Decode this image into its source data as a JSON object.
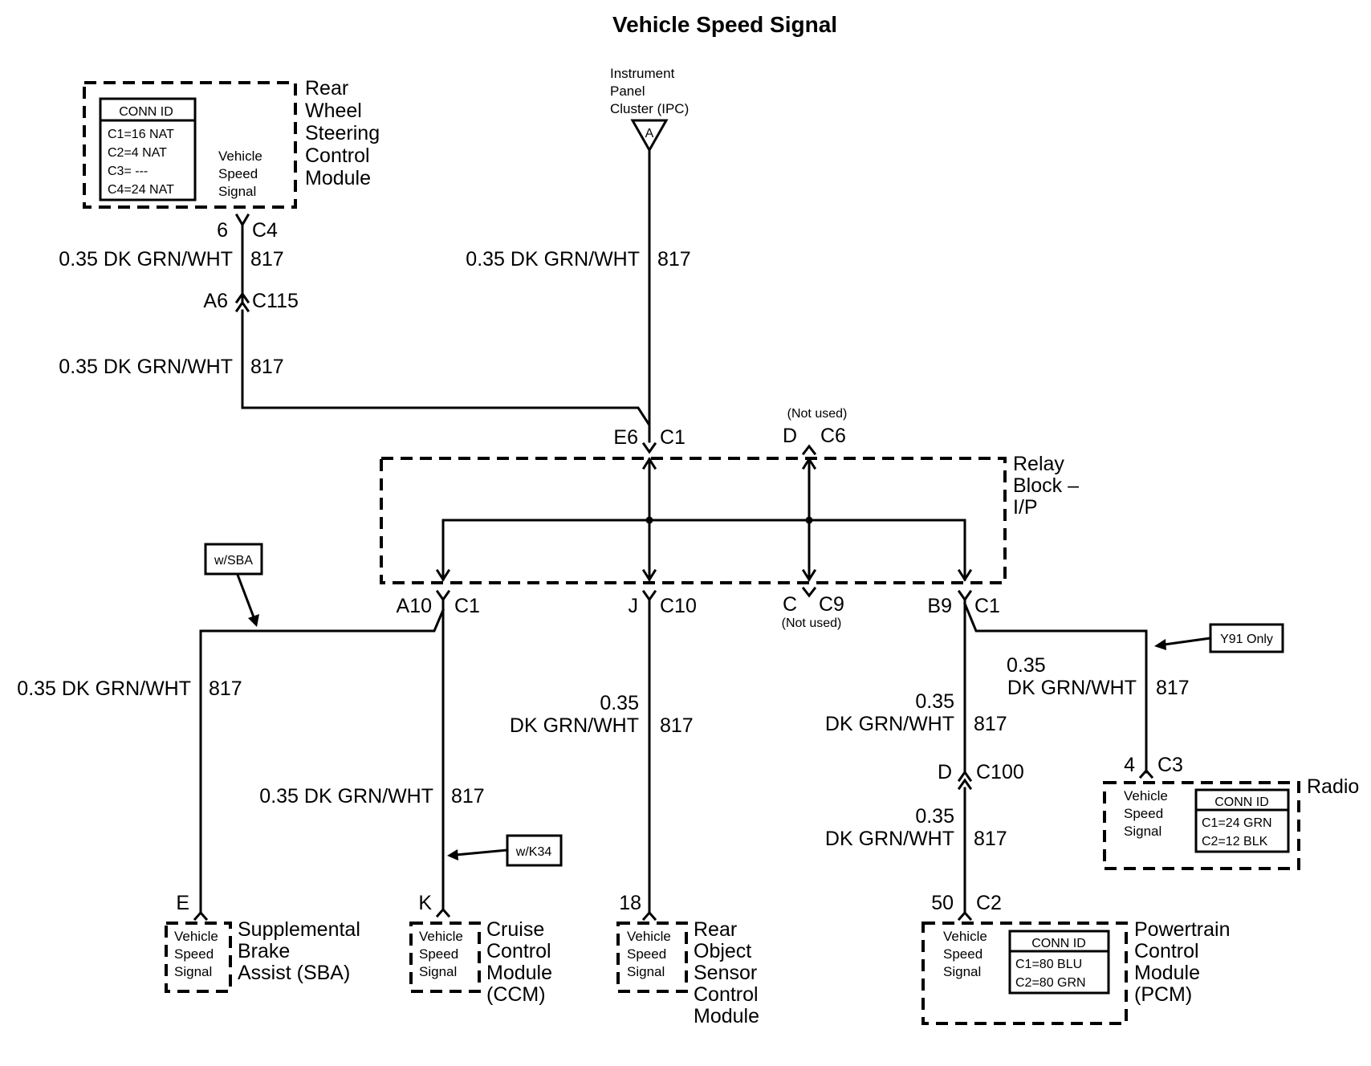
{
  "title": "Vehicle Speed Signal",
  "wire": {
    "gauge_color": "0.35 DK GRN/WHT",
    "gauge": "0.35",
    "color": "DK GRN/WHT",
    "circuit": "817"
  },
  "modules": {
    "rwsc": {
      "name": [
        "Rear",
        "Wheel",
        "Steering",
        "Control",
        "Module"
      ],
      "signal": [
        "Vehicle",
        "Speed",
        "Signal"
      ],
      "conn_id": {
        "title": "CONN ID",
        "rows": [
          "C1=16 NAT",
          "C2=4 NAT",
          "C3= ---",
          "C4=24 NAT"
        ]
      }
    },
    "ipc": {
      "name": [
        "Instrument",
        "Panel",
        "Cluster (IPC)"
      ],
      "marker": "A"
    },
    "relay_block": {
      "name": [
        "Relay",
        "Block –",
        "I/P"
      ]
    },
    "sba": {
      "name": [
        "Supplemental",
        "Brake",
        "Assist (SBA)"
      ],
      "signal": [
        "Vehicle",
        "Speed",
        "Signal"
      ]
    },
    "ccm": {
      "name": [
        "Cruise",
        "Control",
        "Module",
        "(CCM)"
      ],
      "signal": [
        "Vehicle",
        "Speed",
        "Signal"
      ]
    },
    "rosc": {
      "name": [
        "Rear",
        "Object",
        "Sensor",
        "Control",
        "Module"
      ],
      "signal": [
        "Vehicle",
        "Speed",
        "Signal"
      ]
    },
    "pcm": {
      "name": [
        "Powertrain",
        "Control",
        "Module",
        "(PCM)"
      ],
      "signal": [
        "Vehicle",
        "Speed",
        "Signal"
      ],
      "conn_id": {
        "title": "CONN ID",
        "rows": [
          "C1=80 BLU",
          "C2=80 GRN"
        ]
      }
    },
    "radio": {
      "name": [
        "Radio"
      ],
      "signal": [
        "Vehicle",
        "Speed",
        "Signal"
      ],
      "conn_id": {
        "title": "CONN ID",
        "rows": [
          "C1=24 GRN",
          "C2=12 BLK"
        ]
      }
    }
  },
  "pins": {
    "rwsc_pin": "6",
    "rwsc_conn": "C4",
    "c115_pin": "A6",
    "c115_conn": "C115",
    "e6_pin": "E6",
    "e6_conn": "C1",
    "d_pin": "D",
    "d_conn": "C6",
    "d_note": "(Not used)",
    "a10_pin": "A10",
    "a10_conn": "C1",
    "j_pin": "J",
    "j_conn": "C10",
    "c_pin": "C",
    "c_conn": "C9",
    "c_note": "(Not used)",
    "b9_pin": "B9",
    "b9_conn": "C1",
    "c100_pin": "D",
    "c100_conn": "C100",
    "radio_pin": "4",
    "radio_conn": "C3",
    "sba_pin": "E",
    "ccm_pin": "K",
    "rosc_pin": "18",
    "pcm_pin": "50",
    "pcm_conn": "C2"
  },
  "options": {
    "sba": "w/SBA",
    "k34": "w/K34",
    "y91": "Y91 Only"
  }
}
